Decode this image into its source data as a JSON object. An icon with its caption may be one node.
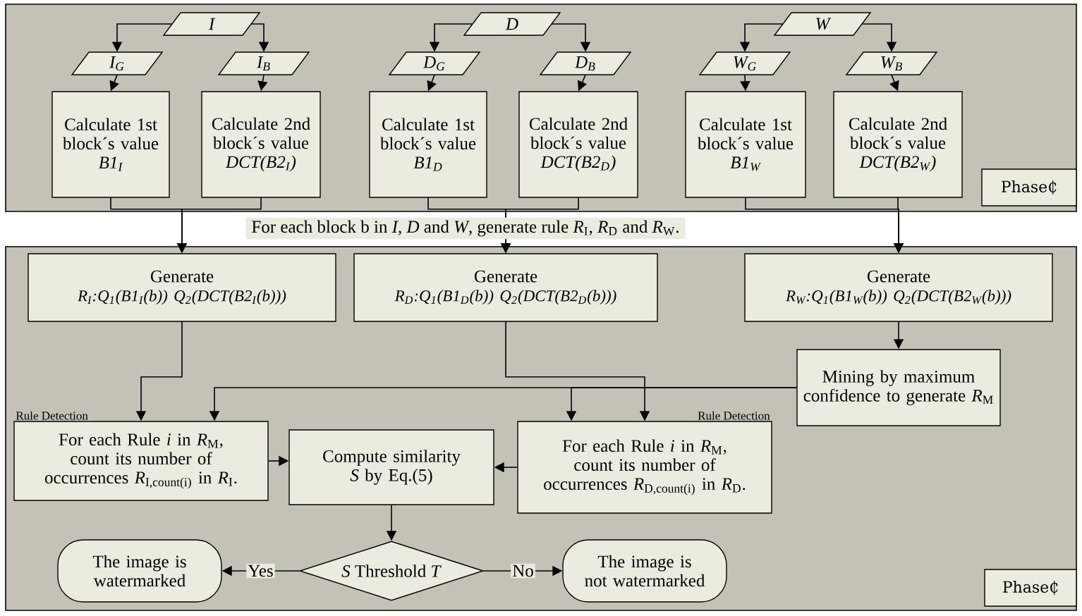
{
  "diagram": {
    "nodes": [
      {
        "text": [],
        "shape": "box"
      },
      {
        "text": [
          "I"
        ],
        "in": 0
      },
      {
        "text": [
          "I$_{G}$"
        ],
        "in": 0
      },
      {
        "text": [
          "I$_{B}$"
        ],
        "in": 0
      },
      {
        "text": [
          "Calculate 1st block´s value",
          "B1$_{I}$"
        ],
        "in": 0
      },
      {
        "text": [
          "Calculate 2nd block´s value",
          "DCT(B2$_{I}$)"
        ],
        "in": 0
      },
      {
        "text": [
          "D"
        ],
        "in": 0
      },
      {
        "text": [
          "D$_{G}$"
        ],
        "in": 0
      },
      {
        "text": [
          "D$_{B}$"
        ],
        "in": 0
      },
      {
        "text": [
          "Calculate 1st block´s value",
          "B1$_{D}$"
        ],
        "in": 0
      },
      {
        "text": [
          "Calculate 2nd block´s value",
          "DCT(B2$_{D}$)"
        ],
        "in": 0
      },
      {
        "text": [
          "W"
        ],
        "in": 0
      },
      {
        "text": [
          "W$_{G}$"
        ],
        "in": 0
      },
      {
        "text": [
          "W$_{B}$"
        ],
        "in": 0
      },
      {
        "text": [
          "Calculate 1st block´s value",
          "B1$_{W}$"
        ],
        "in": 0
      },
      {
        "text": [
          "Calculate 2nd block´s value",
          "DCT(B2$_{W}$)"
        ],
        "in": 0
      },
      {
        "text": [
          "Phase₵"
        ],
        "in": 0
      },
      {
        "text": [],
        "shape": "box"
      },
      {
        "text": [
          "Generate",
          "R$_{I}$:Q$_{1}$(B1$_{I}$(b)) Q$_{2}$(DCT(B2$_{I}$(b)))"
        ],
        "in": 17
      },
      {
        "text": [
          "Generate",
          "R$_{D}$:Q$_{1}$(B1$_{D}$(b)) Q$_{2}$(DCT(B2$_{D}$(b)))"
        ],
        "in": 17
      },
      {
        "text": [
          "Generate",
          "R$_{W}$:Q$_{1}$(B1$_{W}$(b)) Q$_{2}$(DCT(B2$_{W}$(b)))"
        ],
        "in": 17
      },
      {
        "text": [
          "Mining by maximum confidence to generate *R*$_{M}$"
        ],
        "in": 17
      },
      {
        "text": [
          "For each Rule *i* in *R*$_{M}$, count its number of occurrences *R*$_{I,count(i)}$ in *R*$_{I}$."
        ],
        "beside": [
          "Rule Detection"
        ],
        "in": 17
      },
      {
        "text": [
          "Compute similarity *S* by Eq.(5)"
        ],
        "in": 17
      },
      {
        "text": [
          "For each Rule *i* in *R*$_{M}$, count its number of occurrences *R*$_{D,count(i)}$ in *R*$_{D}$."
        ],
        "beside": [
          "Rule Detection"
        ],
        "in": 17
      },
      {
        "text": [
          "*S* Threshold *T*"
        ],
        "in": 17
      },
      {
        "text": [
          "The image is watermarked"
        ],
        "in": 17
      },
      {
        "text": [
          "The image is not watermarked"
        ],
        "in": 17
      },
      {
        "text": [
          "Phase₵"
        ],
        "in": 17
      }
    ],
    "edges": [
      {
        "from": 1,
        "to": 2,
        "arrow": "to"
      },
      {
        "from": 1,
        "to": 3,
        "arrow": "to"
      },
      {
        "from": 2,
        "to": 4,
        "arrow": "to"
      },
      {
        "from": 3,
        "to": 5,
        "arrow": "to"
      },
      {
        "from": 6,
        "to": 7,
        "arrow": "to"
      },
      {
        "from": 6,
        "to": 8,
        "arrow": "to"
      },
      {
        "from": 7,
        "to": 9,
        "arrow": "to"
      },
      {
        "from": 8,
        "to": 10,
        "arrow": "to"
      },
      {
        "from": 11,
        "to": 12,
        "arrow": "to"
      },
      {
        "from": 11,
        "to": 13,
        "arrow": "to"
      },
      {
        "from": 12,
        "to": 14,
        "arrow": "to"
      },
      {
        "from": 13,
        "to": 15,
        "arrow": "to"
      },
      {
        "from": 4,
        "to": 18,
        "arrow": "to"
      },
      {
        "from": 5,
        "to": 18,
        "arrow": "to"
      },
      {
        "from": 9,
        "to": 19,
        "arrow": "to"
      },
      {
        "from": 10,
        "to": 19,
        "arrow": "to"
      },
      {
        "from": 14,
        "to": 20,
        "arrow": "to"
      },
      {
        "from": 15,
        "to": 20,
        "arrow": "to"
      },
      {
        "from": 18,
        "to": 22,
        "arrow": "to"
      },
      {
        "from": 19,
        "to": 24,
        "arrow": "to"
      },
      {
        "from": 20,
        "to": 21,
        "arrow": "to"
      },
      {
        "from": 21,
        "to": 22,
        "arrow": "to"
      },
      {
        "from": 21,
        "to": 24,
        "arrow": "to"
      },
      {
        "from": 22,
        "to": 23,
        "arrow": "to"
      },
      {
        "from": 24,
        "to": 23,
        "arrow": "to"
      },
      {
        "from": 23,
        "to": 25,
        "arrow": "to"
      },
      {
        "from": 25,
        "to": 26,
        "label": "Yes",
        "arrow": "to"
      },
      {
        "from": 25,
        "to": 27,
        "label": "No",
        "arrow": "to"
      }
    ],
    "labels": [
      "For each block b in *I*, *D* and *W*, generate rule *R*$_{I}$, *R*$_{D}$ and *R*$_{W}$."
    ]
  }
}
